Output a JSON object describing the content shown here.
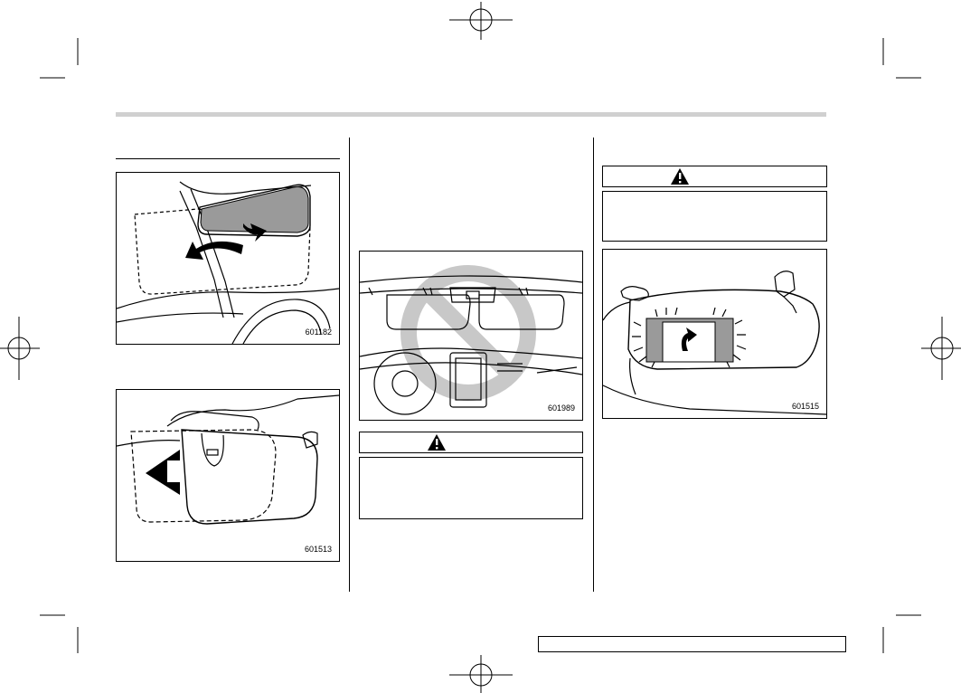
{
  "figures": [
    {
      "id": "fig-sunvisor-side",
      "code": "601182"
    },
    {
      "id": "fig-sunvisor-extension",
      "code": "601513"
    },
    {
      "id": "fig-no-objects-on-visor",
      "code": "601989"
    },
    {
      "id": "fig-vanity-mirror-light",
      "code": "601515"
    }
  ],
  "warnings": [
    {
      "id": "warning-middle",
      "icon": "warning-triangle-icon",
      "text": ""
    },
    {
      "id": "warning-right",
      "icon": "warning-triangle-icon",
      "text": ""
    }
  ],
  "footer": {
    "page_box_text": ""
  },
  "colors": {
    "header_band": "#d0d0d0",
    "mirror_fill": "#9a9a9a",
    "prohibit_ring": "#c8c8c8"
  }
}
